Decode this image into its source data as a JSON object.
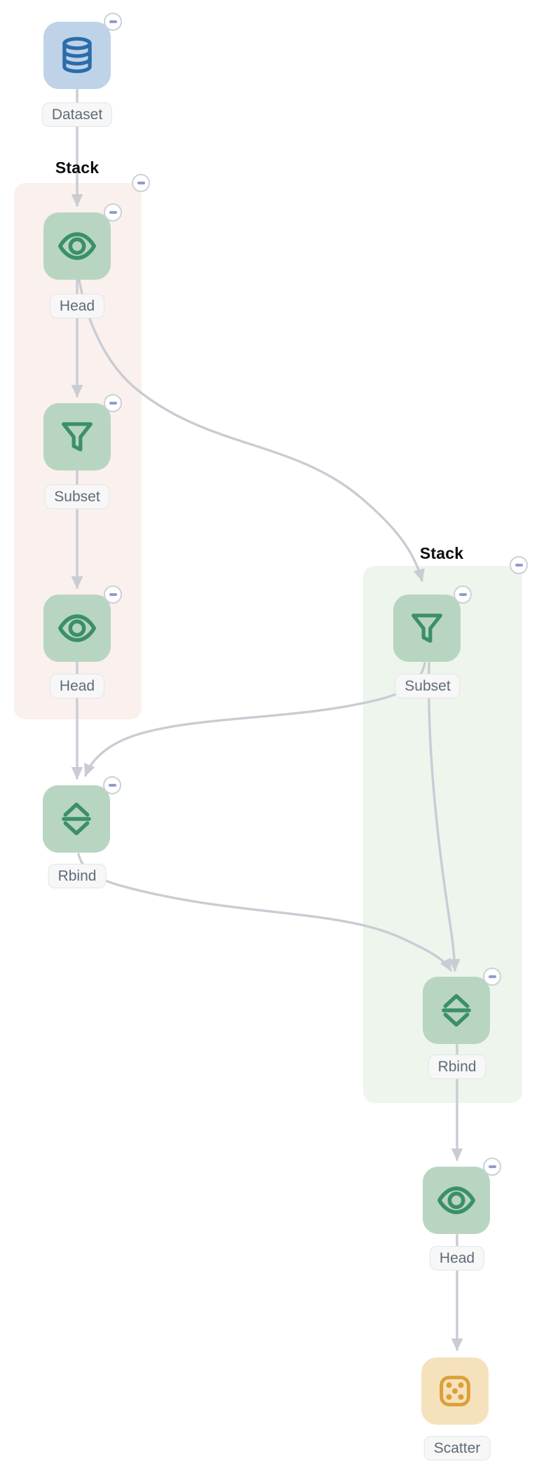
{
  "app": {
    "description": "visual dataflow pipeline canvas"
  },
  "groups": [
    {
      "id": "stack-1",
      "title": "Stack",
      "collapse_control": "minus"
    },
    {
      "id": "stack-2",
      "title": "Stack",
      "collapse_control": "minus"
    }
  ],
  "nodes": {
    "dataset": {
      "label": "Dataset",
      "icon": "database-icon",
      "collapse_control": "minus"
    },
    "head1": {
      "label": "Head",
      "icon": "eye-icon",
      "collapse_control": "minus",
      "group": "stack-1"
    },
    "subset1": {
      "label": "Subset",
      "icon": "funnel-icon",
      "collapse_control": "minus",
      "group": "stack-1"
    },
    "head2": {
      "label": "Head",
      "icon": "eye-icon",
      "collapse_control": "minus",
      "group": "stack-1"
    },
    "rbind1": {
      "label": "Rbind",
      "icon": "rbind-icon",
      "collapse_control": "minus"
    },
    "subset2": {
      "label": "Subset",
      "icon": "funnel-icon",
      "collapse_control": "minus",
      "group": "stack-2"
    },
    "rbind2": {
      "label": "Rbind",
      "icon": "rbind-icon",
      "collapse_control": "minus",
      "group": "stack-2"
    },
    "head3": {
      "label": "Head",
      "icon": "eye-icon",
      "collapse_control": "minus"
    },
    "scatter": {
      "label": "Scatter",
      "icon": "dice-icon",
      "collapse_control": "none"
    }
  },
  "edges": [
    {
      "from": "dataset",
      "to": "head1"
    },
    {
      "from": "head1",
      "to": "subset1"
    },
    {
      "from": "head1",
      "to": "subset2"
    },
    {
      "from": "subset1",
      "to": "head2"
    },
    {
      "from": "head2",
      "to": "rbind1"
    },
    {
      "from": "subset2",
      "to": "rbind1"
    },
    {
      "from": "subset2",
      "to": "rbind2"
    },
    {
      "from": "rbind1",
      "to": "rbind2"
    },
    {
      "from": "rbind2",
      "to": "head3"
    },
    {
      "from": "head3",
      "to": "scatter"
    }
  ],
  "colors": {
    "canvas_bg": "#ffffff",
    "edge": "#c9ccd3",
    "stack_text": "#0a0c10",
    "pill_bg": "#f6f7f6",
    "pill_border": "#e2e6e9",
    "pill_text": "#5f6b7a",
    "badge_border": "#cbd1d9",
    "badge_dash": "#929bce",
    "group_pink_bg": "#faf0ee",
    "group_green_bg": "#edf5ed",
    "node_blue_bg": "#bed3e7",
    "node_blue_fg": "#2b6cab",
    "node_green_bg": "#b8d5c1",
    "node_green_fg": "#3b9066",
    "node_amber_bg": "#f5e2bd",
    "node_amber_fg": "#dd9f35"
  }
}
